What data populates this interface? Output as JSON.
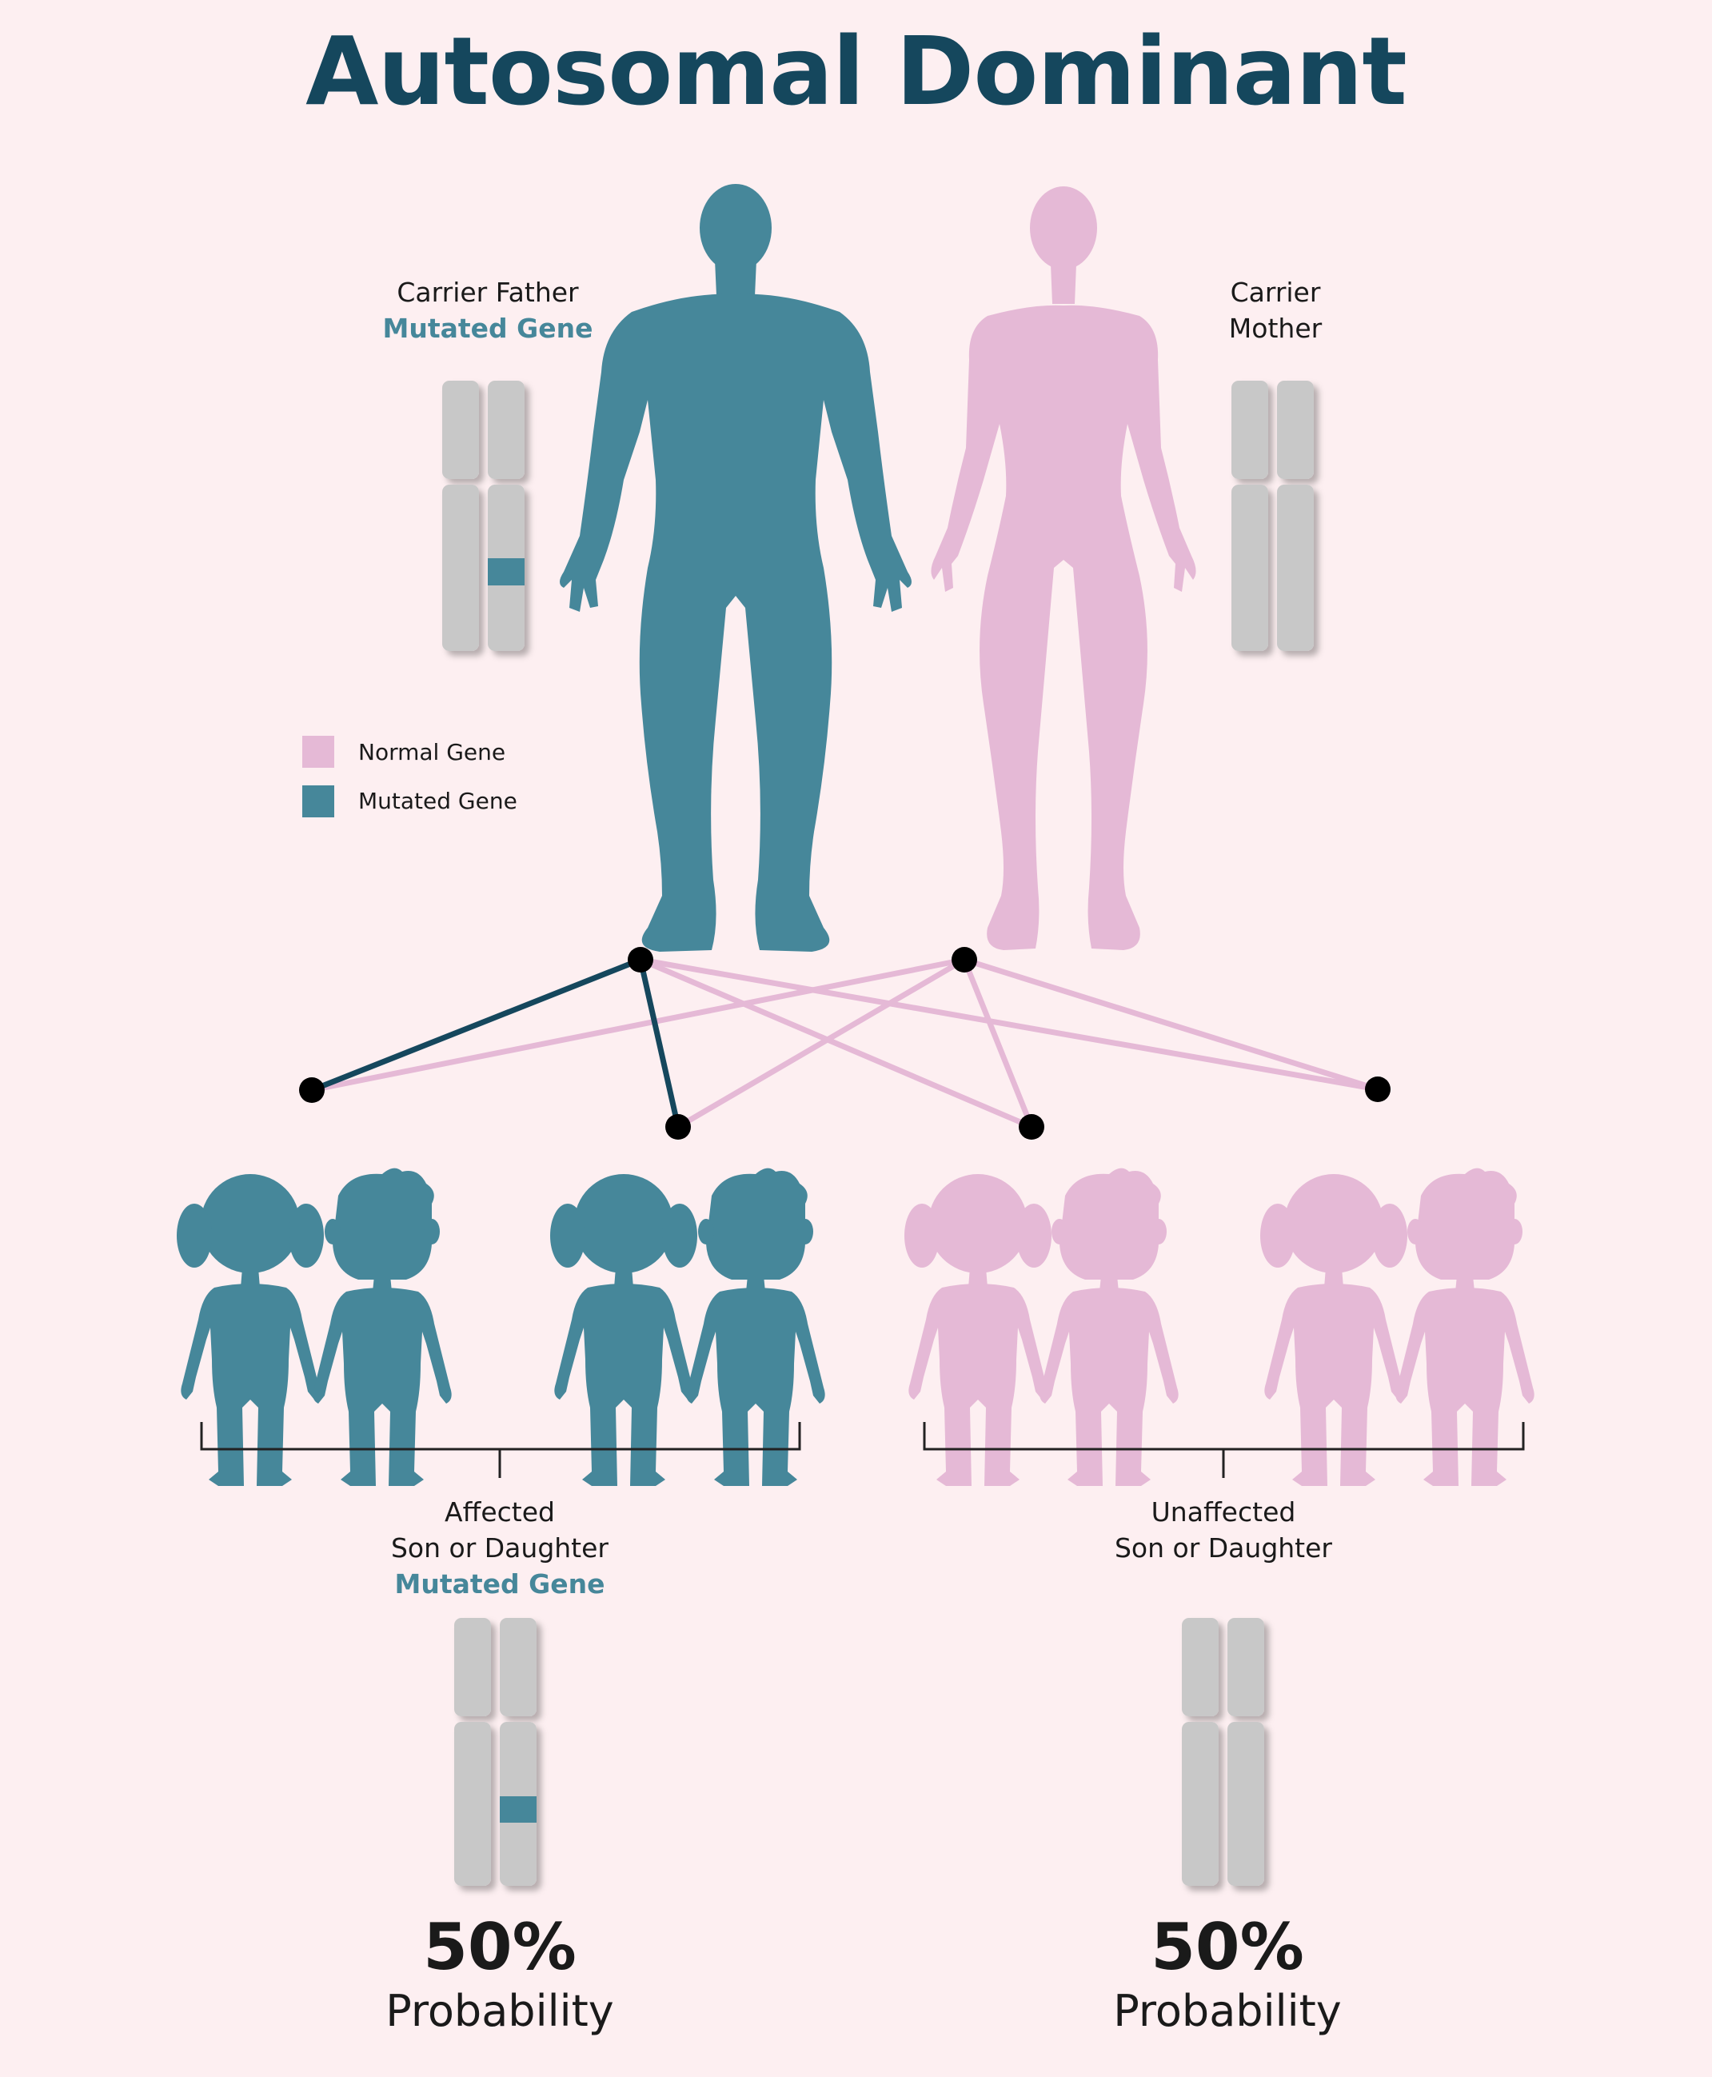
{
  "title": "Autosomal Dominant",
  "father": {
    "line1": "Carrier Father",
    "line2": "Mutated Gene"
  },
  "mother": {
    "line1": "Carrier",
    "line2": "Mother"
  },
  "legend": {
    "normal": {
      "label": "Normal Gene",
      "color": "#e5b9d6"
    },
    "mutated": {
      "label": "Mutated Gene",
      "color": "#46879a"
    }
  },
  "affected": {
    "line1": "Affected",
    "line2": "Son or Daughter",
    "line3": "Mutated Gene",
    "percent": "50%",
    "probability": "Probability"
  },
  "unaffected": {
    "line1": "Unaffected",
    "line2": "Son or Daughter",
    "percent": "50%",
    "probability": "Probability"
  },
  "colors": {
    "background": "#fdeff1",
    "title": "#15475d",
    "affected": "#46879a",
    "unaffected": "#e5b9d6",
    "chromosome": "#c8c8c8",
    "paternal_line": "#15475d",
    "maternal_line": "#e5b9d6"
  }
}
